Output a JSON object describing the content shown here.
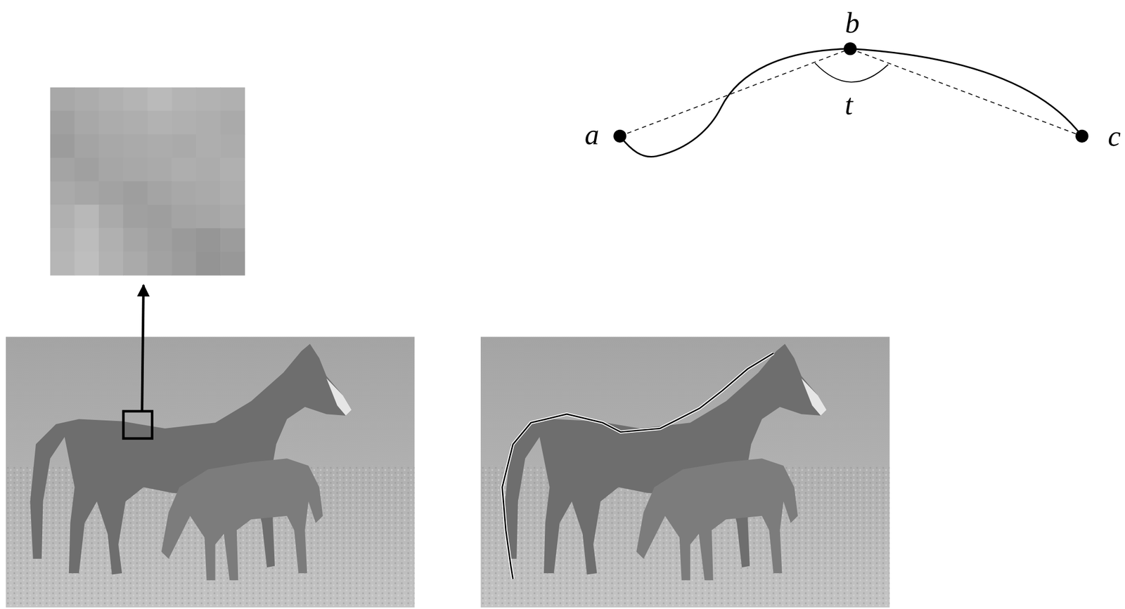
{
  "diagram": {
    "labels": [
      "b",
      "a",
      "t",
      "c"
    ]
  }
}
